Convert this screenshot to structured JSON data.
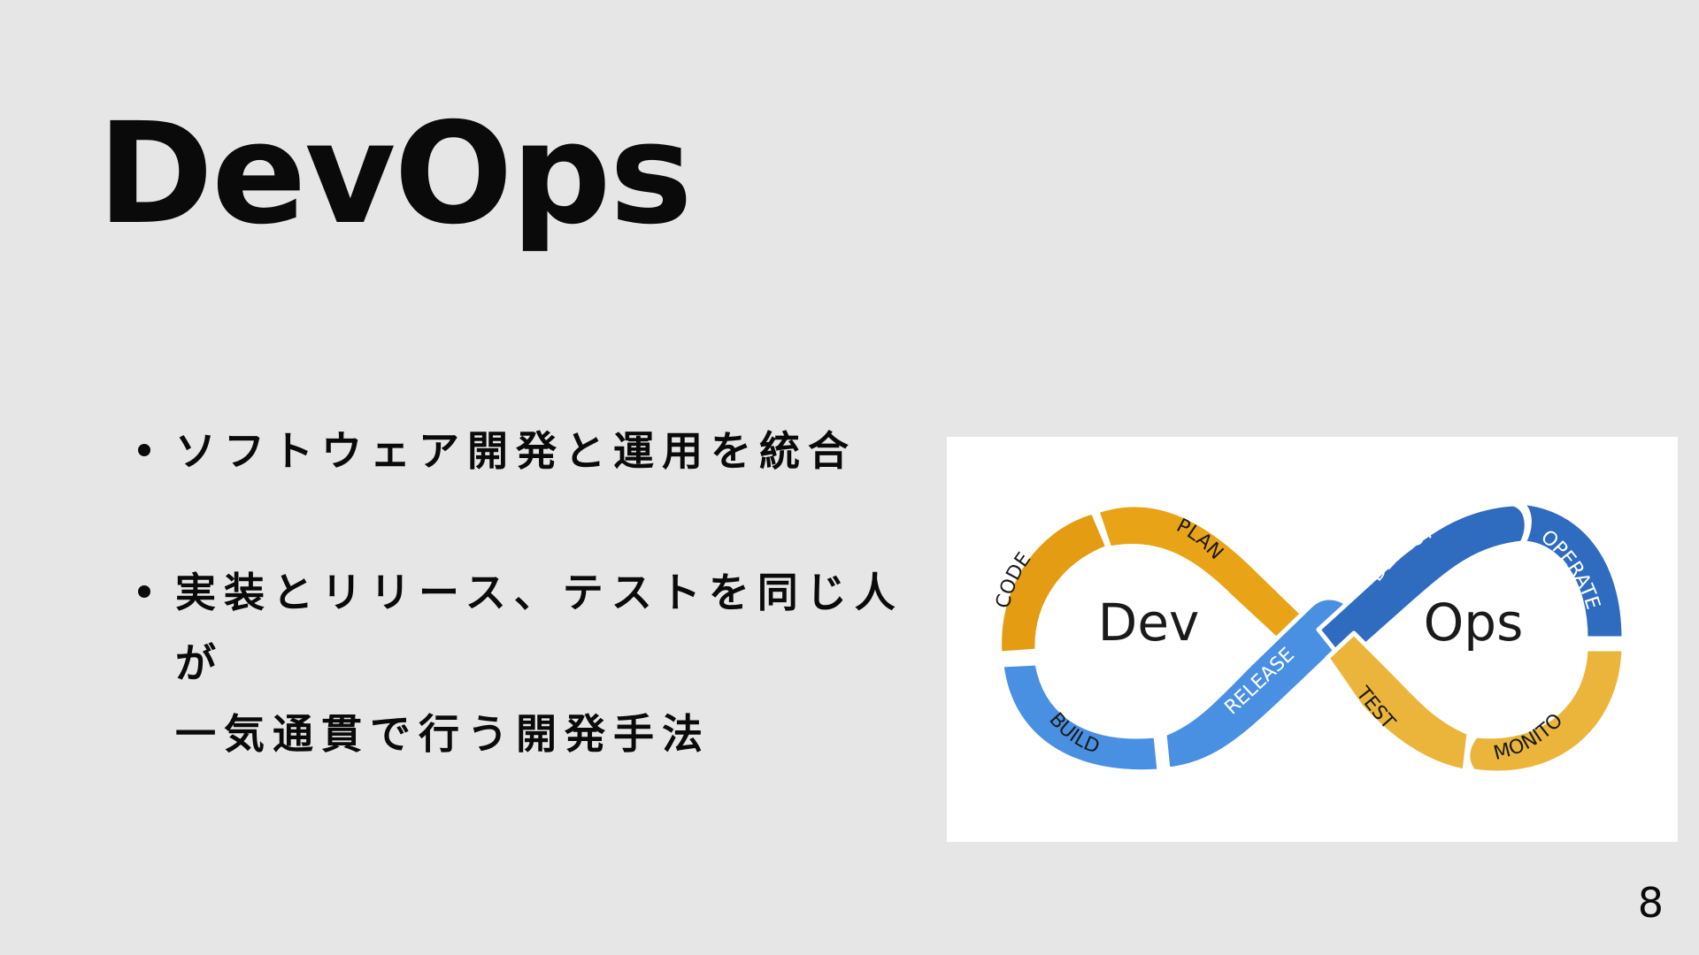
{
  "slide": {
    "title": "DevOps",
    "page_number": "8"
  },
  "bullets": [
    {
      "lines": [
        "ソフトウェア開発と運用を統合"
      ]
    },
    {
      "lines": [
        "実装とリリース、テストを同じ人が",
        "一気通貫で行う開発手法"
      ]
    }
  ],
  "diagram": {
    "left_label": "Dev",
    "right_label": "Ops",
    "stages": {
      "code": "CODE",
      "plan": "PLAN",
      "build": "BUILD",
      "release": "RELEASE",
      "deploy": "DEPLOY",
      "operate": "OPERATE",
      "test": "TEST",
      "monitor": "MONITOR"
    },
    "colors": {
      "orange": "#E8A317",
      "orange_dark": "#E49C12",
      "blue_light": "#4A90E2",
      "blue_dark": "#2F6CC0",
      "yellow": "#EAB53A",
      "separator": "#ffffff"
    }
  }
}
